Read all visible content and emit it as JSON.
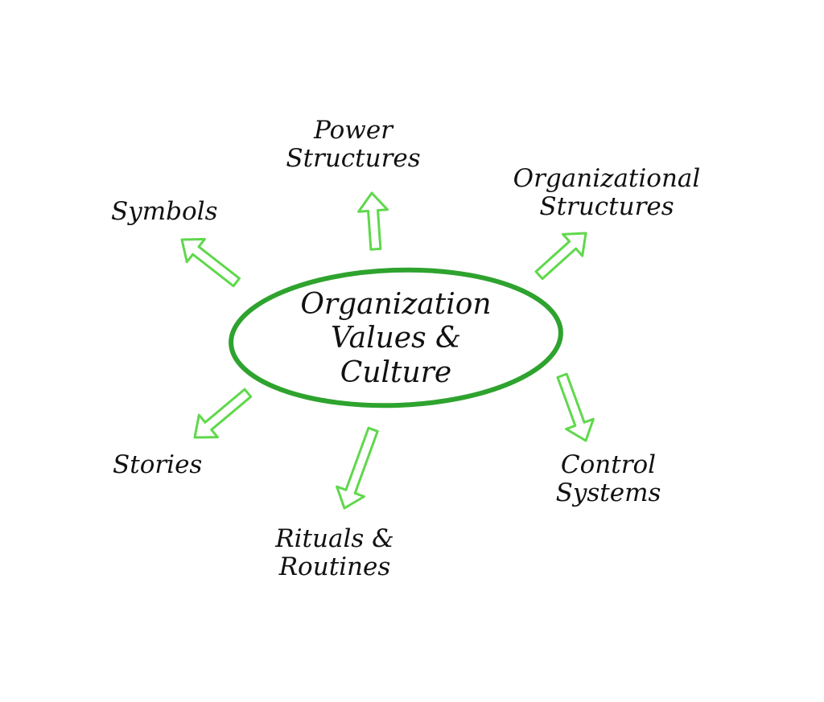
{
  "diagram": {
    "center": {
      "lines": [
        "Organization",
        "Values &",
        "Culture"
      ]
    },
    "nodes": {
      "power": {
        "lines": [
          "Power",
          "Structures"
        ]
      },
      "organizational": {
        "lines": [
          "Organizational",
          "Structures"
        ]
      },
      "symbols": {
        "lines": [
          "Symbols"
        ]
      },
      "stories": {
        "lines": [
          "Stories"
        ]
      },
      "rituals": {
        "lines": [
          "Rituals &",
          "Routines"
        ]
      },
      "control": {
        "lines": [
          "Control",
          "Systems"
        ]
      }
    },
    "colors": {
      "ellipse_stroke": "#2ea32e",
      "arrow_stroke": "#5fd84b",
      "text": "#111111",
      "background": "#ffffff"
    }
  }
}
